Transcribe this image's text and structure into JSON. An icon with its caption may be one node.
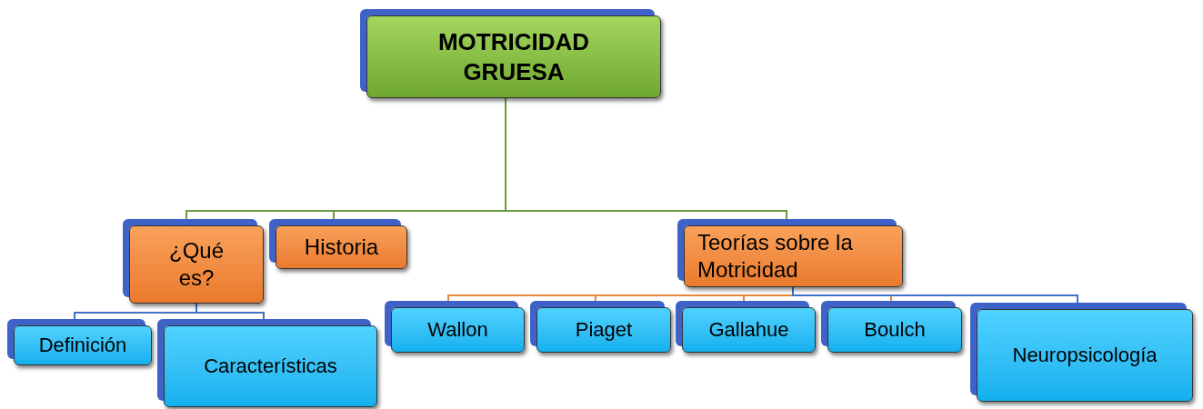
{
  "diagram": {
    "nodes": [
      {
        "text": [
          "MOTRICIDAD GRUESA"
        ]
      },
      {
        "text": [
          "¿Qué es?"
        ]
      },
      {
        "text": [
          "Historia"
        ]
      },
      {
        "text": [
          "Teorías sobre la Motricidad"
        ]
      },
      {
        "text": [
          "Definición"
        ]
      },
      {
        "text": [
          "Características"
        ]
      },
      {
        "text": [
          "Wallon"
        ]
      },
      {
        "text": [
          "Piaget"
        ]
      },
      {
        "text": [
          "Gallahue"
        ]
      },
      {
        "text": [
          "Boulch"
        ]
      },
      {
        "text": [
          "Neuropsicología"
        ]
      }
    ],
    "edges": [
      {
        "from": 0,
        "to": 1,
        "arrow": "none",
        "color": "#6a9a3a"
      },
      {
        "from": 0,
        "to": 2,
        "arrow": "none",
        "color": "#6a9a3a"
      },
      {
        "from": 0,
        "to": 3,
        "arrow": "none",
        "color": "#6a9a3a"
      },
      {
        "from": 1,
        "to": 4,
        "arrow": "none",
        "color": "#4472c4"
      },
      {
        "from": 1,
        "to": 5,
        "arrow": "none",
        "color": "#4472c4"
      },
      {
        "from": 3,
        "to": 6,
        "arrow": "none",
        "color": "#e8853a"
      },
      {
        "from": 3,
        "to": 7,
        "arrow": "none",
        "color": "#e8853a"
      },
      {
        "from": 3,
        "to": 8,
        "arrow": "none",
        "color": "#e8853a"
      },
      {
        "from": 3,
        "to": 9,
        "arrow": "none",
        "color": "#e8853a"
      },
      {
        "from": 3,
        "to": 10,
        "arrow": "none",
        "color": "#4472c4"
      }
    ]
  }
}
